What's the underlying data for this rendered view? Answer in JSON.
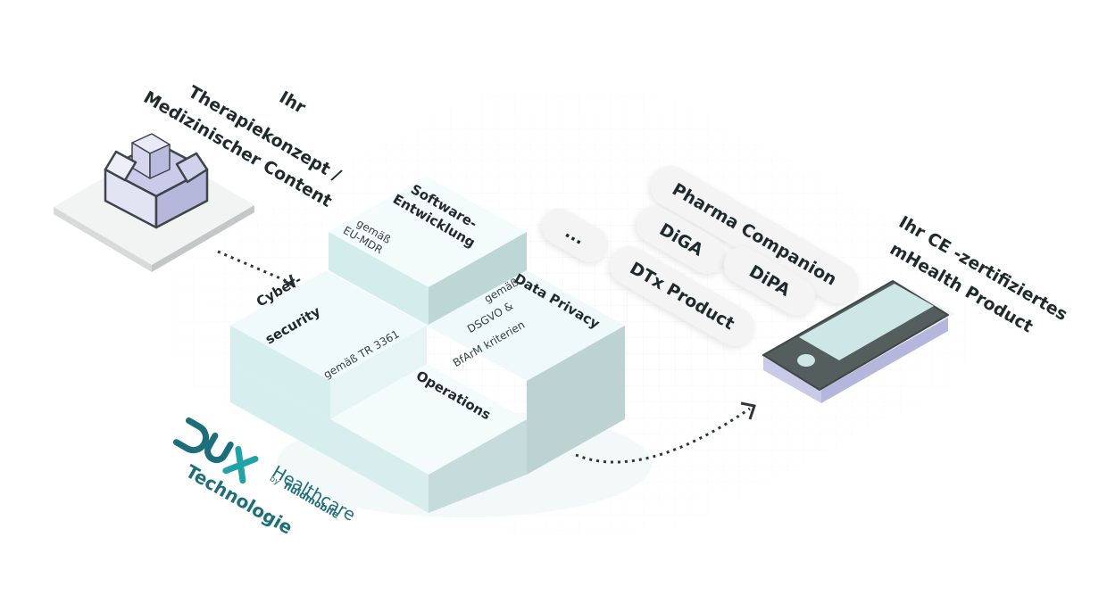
{
  "diagram": {
    "input_label": {
      "line1": "Ihr",
      "line2": "Therapiekonzept /",
      "line3": "Medizinischer Content"
    },
    "output_label": {
      "line1": "Ihr CE -zertifiziertes",
      "line2": "mHealth Product"
    },
    "blocks": {
      "software": {
        "title_line1": "Software-",
        "title_line2": "Entwicklung",
        "sub_line1": "gemäß",
        "sub_line2": "EU-MDR"
      },
      "cyber": {
        "title_line1": "Cyber-",
        "title_line2": "security",
        "sub": "gemäß TR 3361"
      },
      "privacy": {
        "title": "Data Privacy",
        "sub_line1": "gemäß",
        "sub_line2": "DSGVO &",
        "sub_line3": "BfArM kriterien"
      },
      "operations": {
        "title": "Operations"
      }
    },
    "products": [
      {
        "label": "Pharma Companion"
      },
      {
        "label": "DiGA"
      },
      {
        "label": "DiPA"
      },
      {
        "label": "DTx Product"
      },
      {
        "label": "..."
      }
    ],
    "brand": {
      "name": "Healthcare",
      "by": "by",
      "partner": "fluidmobile",
      "tagline": "Technologie"
    },
    "colors": {
      "accent_teal": "#1b6e7a",
      "block_top": "#f4fbfb",
      "block_left": "#d3ecec",
      "block_right": "#b9d3d3",
      "device_body": "#505b5a",
      "device_screen": "#cfe8e8",
      "device_base": "#d7d8f1"
    }
  }
}
